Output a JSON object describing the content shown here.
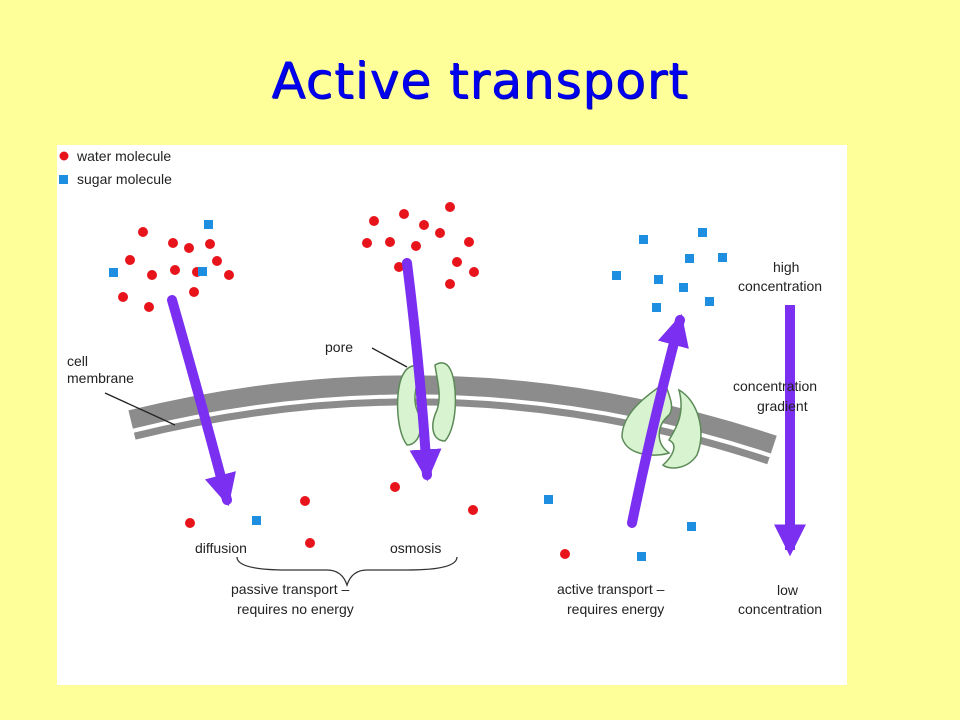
{
  "slide": {
    "title": "Active transport"
  },
  "legend": {
    "water": "water molecule",
    "sugar": "sugar molecule"
  },
  "labels": {
    "cell": "cell",
    "membrane": "membrane",
    "pore": "pore",
    "diffusion": "diffusion",
    "osmosis": "osmosis",
    "passive_line1": "passive transport –",
    "passive_line2": "requires no energy",
    "active_line1": "active transport –",
    "active_line2": "requires energy",
    "high1": "high",
    "high2": "concentration",
    "grad1": "concentration",
    "grad2": "gradient",
    "low1": "low",
    "low2": "concentration"
  },
  "colors": {
    "background": "#ffff99",
    "title": "#0000ee",
    "water_molecule": "#e8141c",
    "sugar_molecule": "#1e8fe0",
    "arrow": "#7b2ff0",
    "membrane": "#8c8c8c",
    "pore_protein": "#d7f3cf",
    "pore_outline": "#5c8a58"
  },
  "icons": {
    "water": "red-dot",
    "sugar": "blue-square"
  }
}
